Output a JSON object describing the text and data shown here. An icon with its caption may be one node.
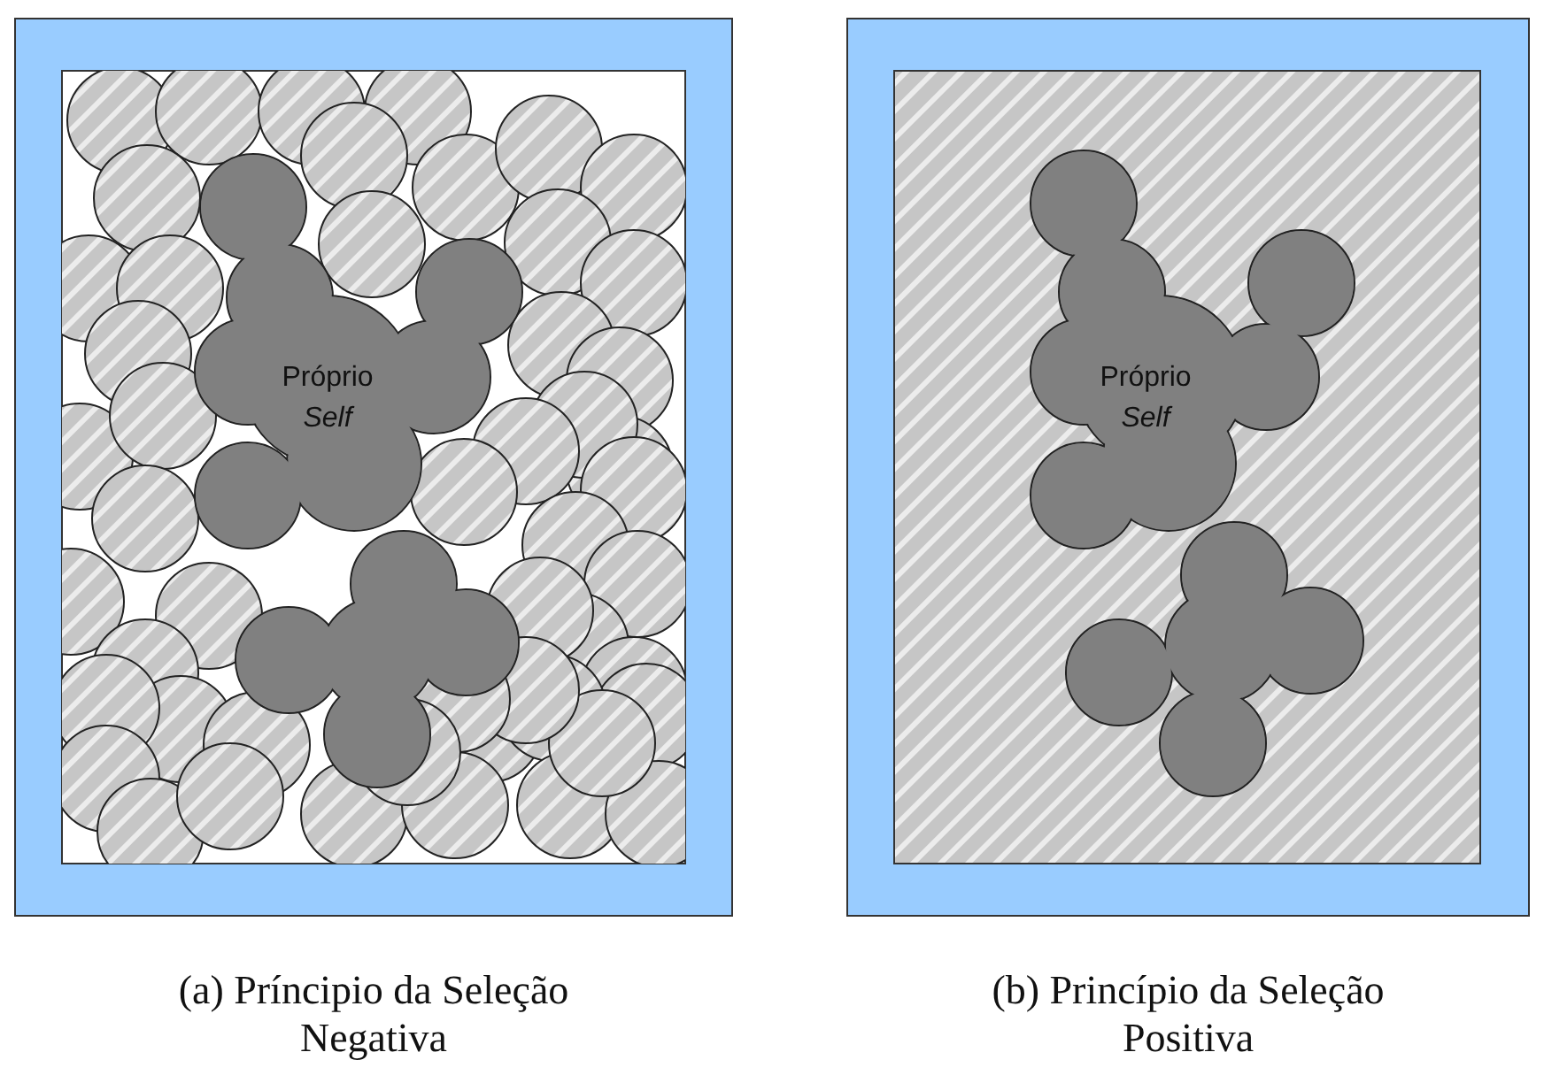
{
  "diagram": {
    "nodes": [
      {
        "text": [],
        "shape": "box",
        "beside": [
          "(a) Príncipio da Seleção Negativa"
        ]
      },
      {
        "text": [
          "Próprio",
          "Self"
        ],
        "in": 0
      },
      {
        "text": [],
        "shape": "box",
        "beside": [
          "(b) Princípio da Seleção Positiva"
        ]
      },
      {
        "text": [
          "Próprio",
          "Self"
        ],
        "in": 2
      }
    ]
  }
}
